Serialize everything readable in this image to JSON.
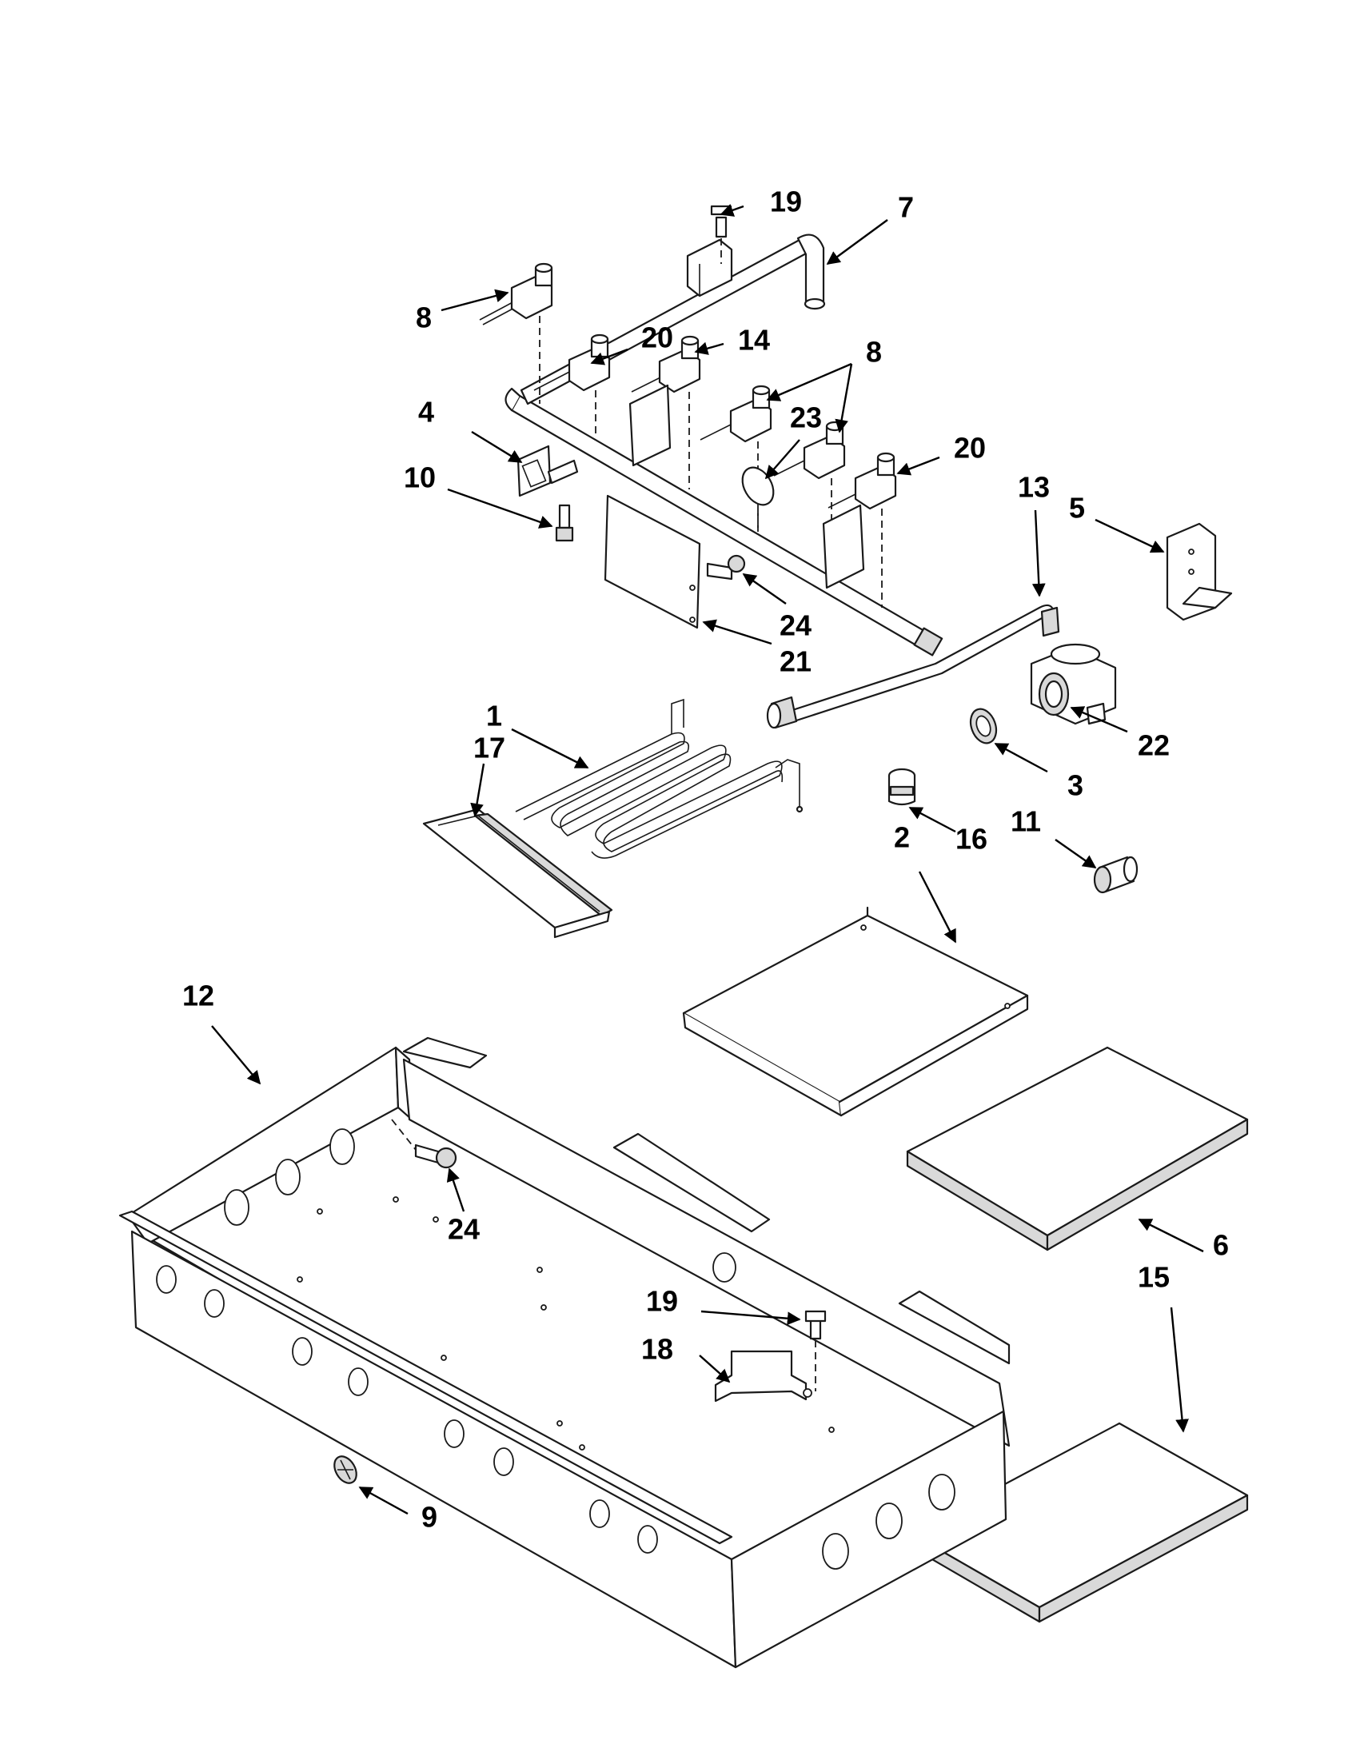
{
  "callouts": [
    {
      "id": "c-19-top",
      "label": "19"
    },
    {
      "id": "c-7",
      "label": "7"
    },
    {
      "id": "c-8-left",
      "label": "8"
    },
    {
      "id": "c-20-left",
      "label": "20"
    },
    {
      "id": "c-14",
      "label": "14"
    },
    {
      "id": "c-8-right",
      "label": "8"
    },
    {
      "id": "c-4",
      "label": "4"
    },
    {
      "id": "c-23",
      "label": "23"
    },
    {
      "id": "c-20-right",
      "label": "20"
    },
    {
      "id": "c-10",
      "label": "10"
    },
    {
      "id": "c-13",
      "label": "13"
    },
    {
      "id": "c-5",
      "label": "5"
    },
    {
      "id": "c-24-top",
      "label": "24"
    },
    {
      "id": "c-21",
      "label": "21"
    },
    {
      "id": "c-1",
      "label": "1"
    },
    {
      "id": "c-22",
      "label": "22"
    },
    {
      "id": "c-17",
      "label": "17"
    },
    {
      "id": "c-3",
      "label": "3"
    },
    {
      "id": "c-16",
      "label": "16"
    },
    {
      "id": "c-11",
      "label": "11"
    },
    {
      "id": "c-2",
      "label": "2"
    },
    {
      "id": "c-12",
      "label": "12"
    },
    {
      "id": "c-24-bottom",
      "label": "24"
    },
    {
      "id": "c-6",
      "label": "6"
    },
    {
      "id": "c-15",
      "label": "15"
    },
    {
      "id": "c-19-bottom",
      "label": "19"
    },
    {
      "id": "c-18",
      "label": "18"
    },
    {
      "id": "c-9",
      "label": "9"
    }
  ]
}
